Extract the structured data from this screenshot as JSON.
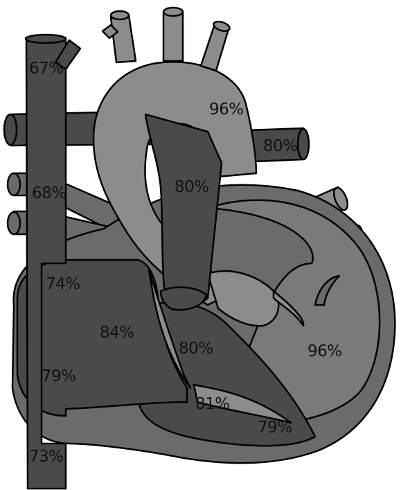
{
  "colors": {
    "outline": "#000000",
    "light_gray": "#8c8c8c",
    "mid_gray": "#6b6b6b",
    "dark_gray": "#4a4a4a",
    "background": "#ffffff"
  },
  "labels": {
    "svc_upper": "67%",
    "svc_mid": "68%",
    "ra_upper": "74%",
    "ra_lower": "79%",
    "ivc": "73%",
    "ra_center": "84%",
    "pulmonary_artery": "80%",
    "pulmonary_branch": "80%",
    "aorta_arch": "96%",
    "rv_outflow": "80%",
    "rv_apex": "81%",
    "rv_lower": "79%",
    "left_ventricle": "96%"
  }
}
